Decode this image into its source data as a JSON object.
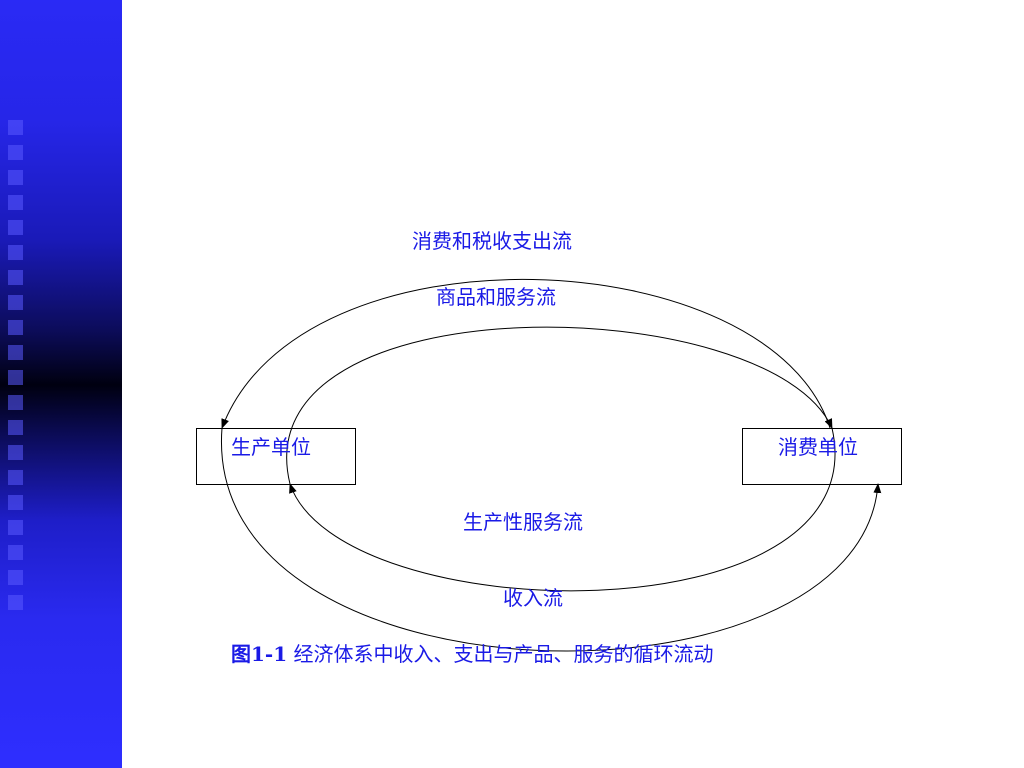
{
  "colors": {
    "text": "#1a1ae6",
    "sidebar": "#2a2af5",
    "lines": "#000000"
  },
  "diagram": {
    "producer_label": "生产单位",
    "consumer_label": "消费单位",
    "spend_tax_flow": "消费和税收支出流",
    "goods_service_flow": "商品和服务流",
    "productive_service_flow": "生产性服务流",
    "income_flow": "收入流",
    "caption": {
      "number": "图1-1",
      "text": " 经济体系中收入、支出与产品、服务的循环流动"
    }
  }
}
